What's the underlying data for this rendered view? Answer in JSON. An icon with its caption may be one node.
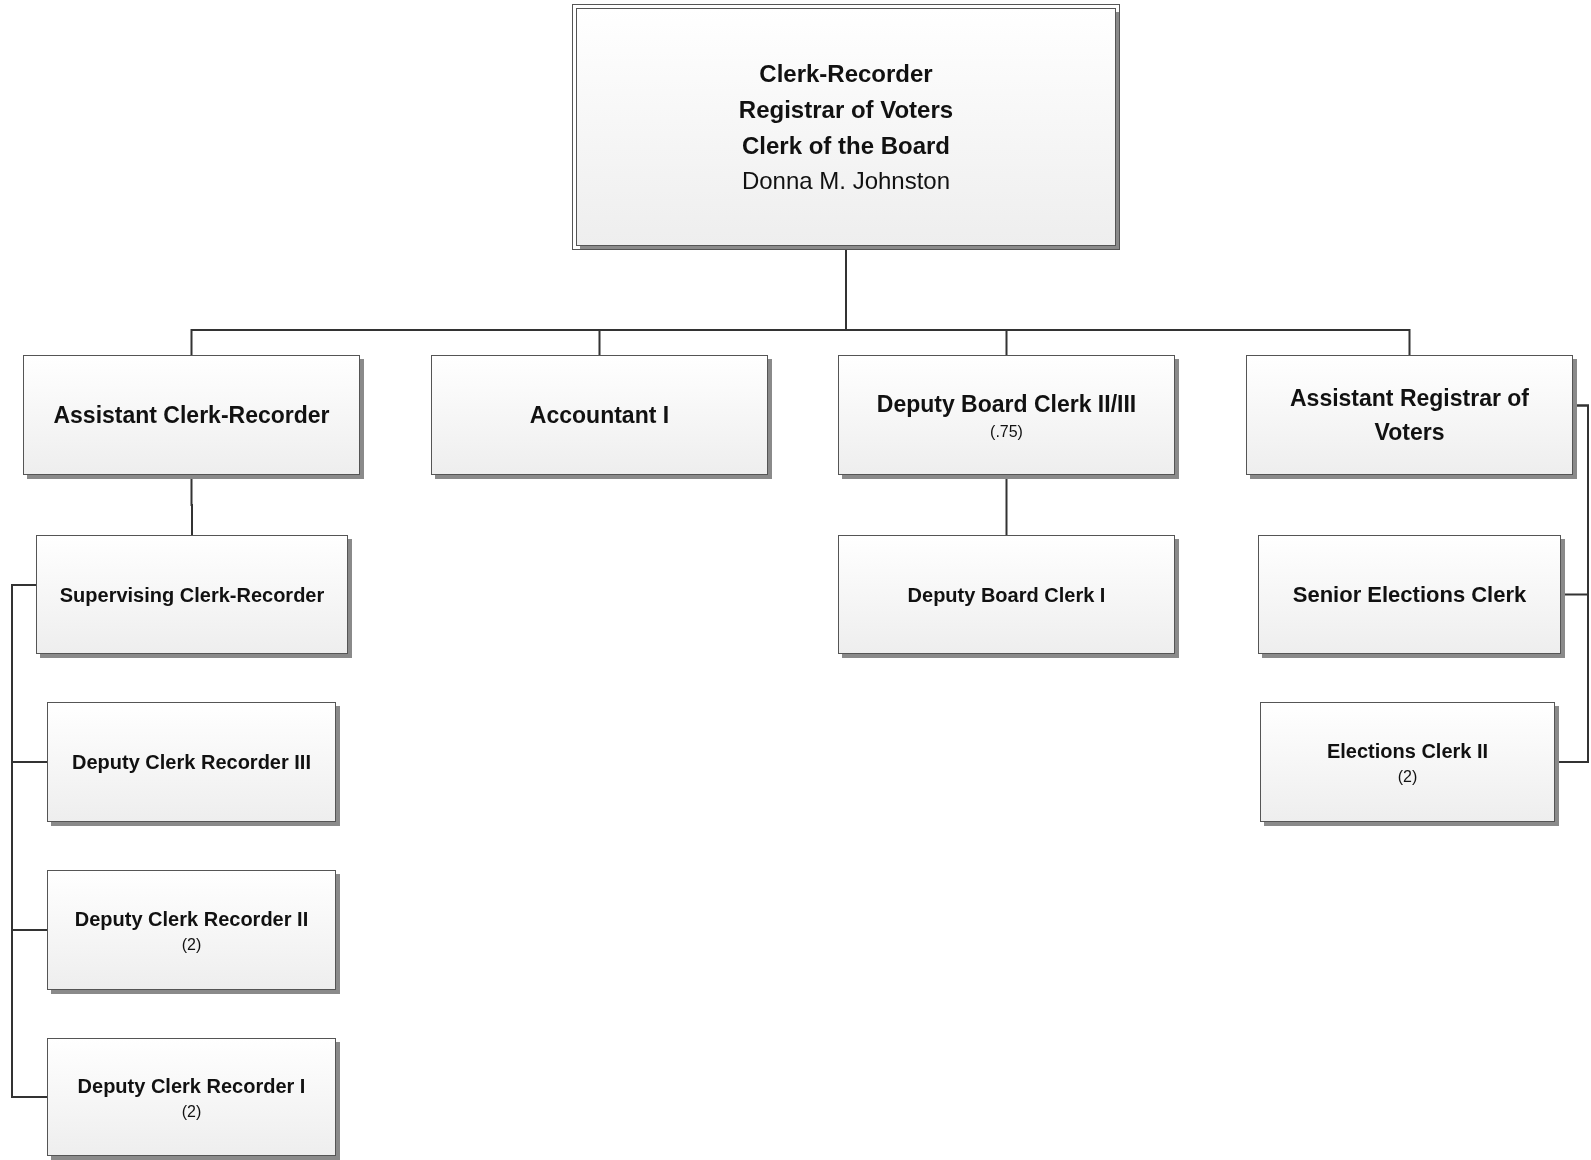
{
  "diagram": {
    "nodes": [
      {
        "text": [
          "Clerk-Recorder",
          "Registrar of Voters",
          "Clerk of the Board",
          "Donna M. Johnston"
        ]
      },
      {
        "text": [
          "Assistant Clerk-Recorder"
        ]
      },
      {
        "text": [
          "Accountant I"
        ]
      },
      {
        "text": [
          "Deputy Board Clerk II/III",
          "(.75)"
        ]
      },
      {
        "text": [
          "Assistant Registrar of Voters"
        ]
      },
      {
        "text": [
          "Supervising Clerk-Recorder"
        ]
      },
      {
        "text": [
          "Deputy Board Clerk I"
        ]
      },
      {
        "text": [
          "Deputy Clerk Recorder III"
        ]
      },
      {
        "text": [
          "Deputy Clerk Recorder II",
          "(2)"
        ]
      },
      {
        "text": [
          "Deputy Clerk Recorder I",
          "(2)"
        ]
      },
      {
        "text": [
          "Senior Elections Clerk"
        ]
      },
      {
        "text": [
          "Elections Clerk II",
          "(2)"
        ]
      }
    ],
    "edges": [
      {
        "from": 0,
        "to": 1,
        "arrow": "none"
      },
      {
        "from": 0,
        "to": 2,
        "arrow": "none"
      },
      {
        "from": 0,
        "to": 3,
        "arrow": "none"
      },
      {
        "from": 0,
        "to": 4,
        "arrow": "none"
      },
      {
        "from": 1,
        "to": 5,
        "arrow": "none"
      },
      {
        "from": 5,
        "to": 7,
        "arrow": "none"
      },
      {
        "from": 5,
        "to": 8,
        "arrow": "none"
      },
      {
        "from": 5,
        "to": 9,
        "arrow": "none"
      },
      {
        "from": 3,
        "to": 6,
        "arrow": "none"
      },
      {
        "from": 4,
        "to": 10,
        "arrow": "none"
      },
      {
        "from": 4,
        "to": 11,
        "arrow": "none"
      }
    ]
  }
}
